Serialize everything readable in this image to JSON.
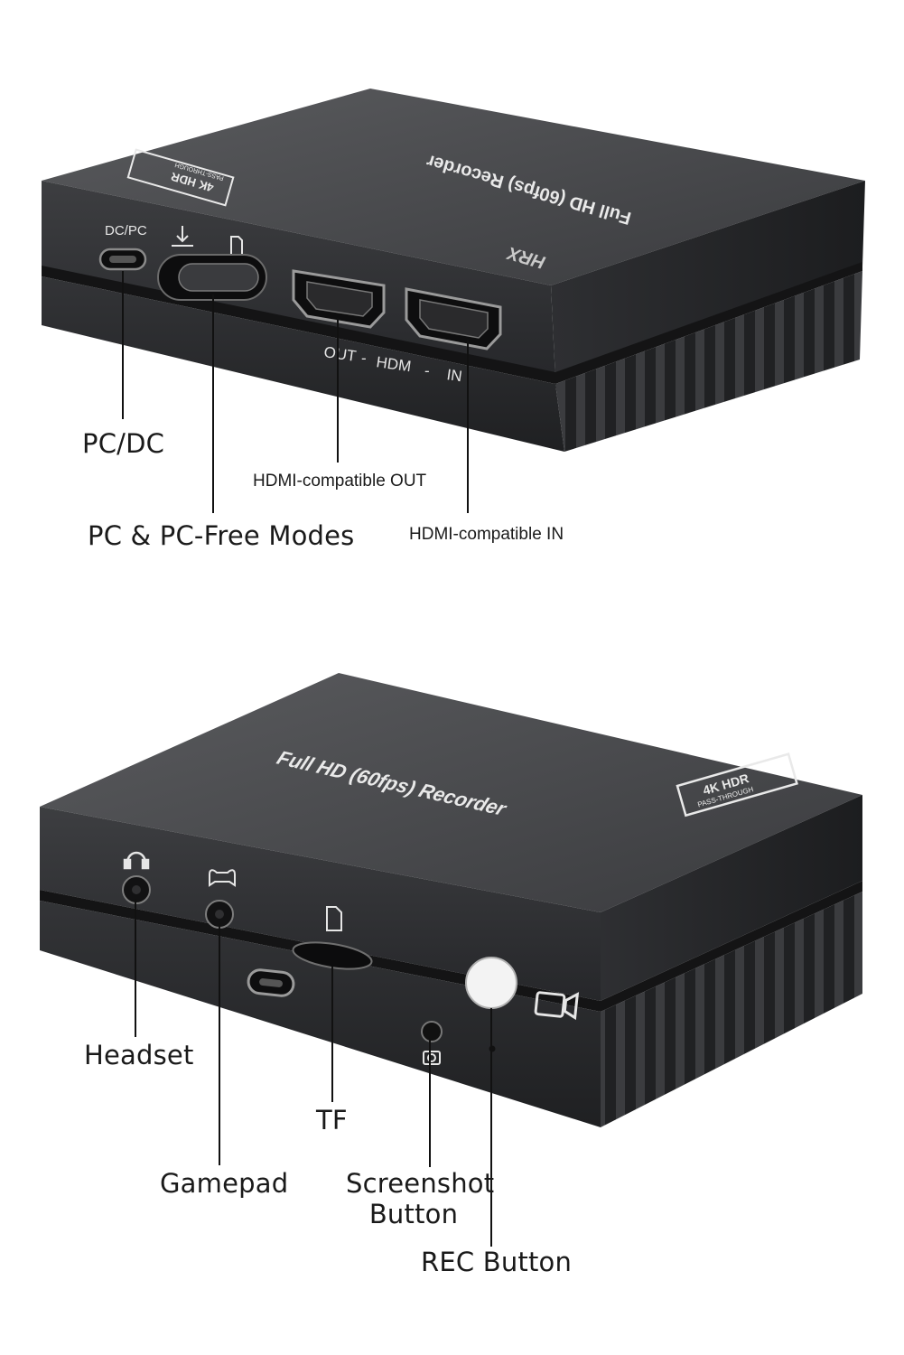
{
  "device_top": {
    "product_name": "Full HD (60fps) Recorder",
    "badge_main": "4K HDR",
    "badge_sub": "PASS-THROUGH",
    "port_dcpc": "DC/PC",
    "port_out": "OUT",
    "port_hdmi": "HDM",
    "port_in": "IN",
    "dash": "-",
    "brand_mark": "HRX"
  },
  "device_bottom": {
    "product_name": "Full HD (60fps) Recorder",
    "badge_main": "4K HDR",
    "badge_sub": "PASS-THROUGH"
  },
  "callouts": {
    "pc_dc": "PC/DC",
    "hdmi_out": "HDMI-compatible OUT",
    "modes": "PC & PC-Free Modes",
    "hdmi_in": "HDMI-compatible IN",
    "headset": "Headset",
    "tf": "TF",
    "gamepad": "Gamepad",
    "screenshot_line1": "Screenshot",
    "screenshot_line2": "Button",
    "rec": "REC Button"
  },
  "colors": {
    "body_dark": "#2b2c2e",
    "body_top": "#4a4b4e",
    "label_white": "#e9e9e9",
    "text": "#1a1a1a"
  }
}
